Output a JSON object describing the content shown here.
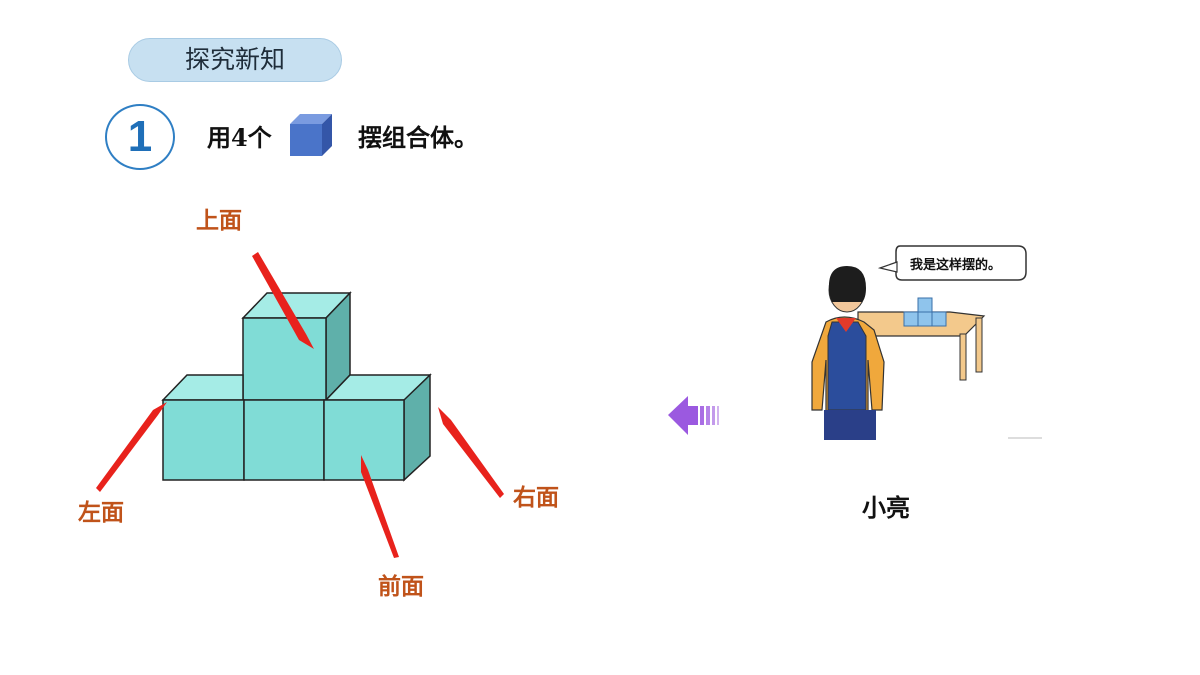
{
  "header": {
    "section_title": "探究新知"
  },
  "task": {
    "number": "1",
    "prefix": "用4个",
    "suffix": "摆组合体。",
    "cube_color": "#4a74c9"
  },
  "faces": {
    "top": "上面",
    "left": "左面",
    "front": "前面",
    "right": "右面"
  },
  "illustration": {
    "speech": "我是这样摆的。",
    "character_name": "小亮"
  },
  "colors": {
    "cube_front": "#80dcd6",
    "cube_side": "#5fb0aa",
    "arrow": "#e8221c",
    "nav_arrow": "#9b59e0"
  },
  "icons": [
    "cube-icon",
    "left-arrow-icon",
    "red-pointer-arrow-icon"
  ]
}
